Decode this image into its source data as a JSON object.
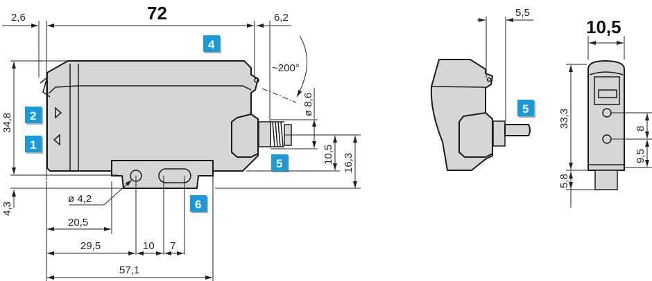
{
  "colors": {
    "badge": "#1a9ad6",
    "housing": "#d6d6d6",
    "line": "#222222"
  },
  "side_view": {
    "length": "72",
    "left_offset": "2,6",
    "right_offset": "6,2",
    "rotation": "~200°",
    "connector_diameter": "ø 8,6",
    "connector_height": "10,5",
    "connector_axis_height": "16,3",
    "height": "34,8",
    "rail_depth": "4,3",
    "hole_diameter": "ø 4,2",
    "rail_start": "20,5",
    "hole_position": "29,5",
    "hole_spacing": "10",
    "slot_width": "7",
    "rail_length": "57,1"
  },
  "rear_view": {
    "offset": "5,5"
  },
  "front_view": {
    "width": "10,5",
    "height": "33,3",
    "spacing_upper": "8",
    "spacing_lower": "9,5",
    "pin_height": "5,8"
  },
  "badges": [
    "1",
    "2",
    "4",
    "5",
    "5",
    "6"
  ]
}
